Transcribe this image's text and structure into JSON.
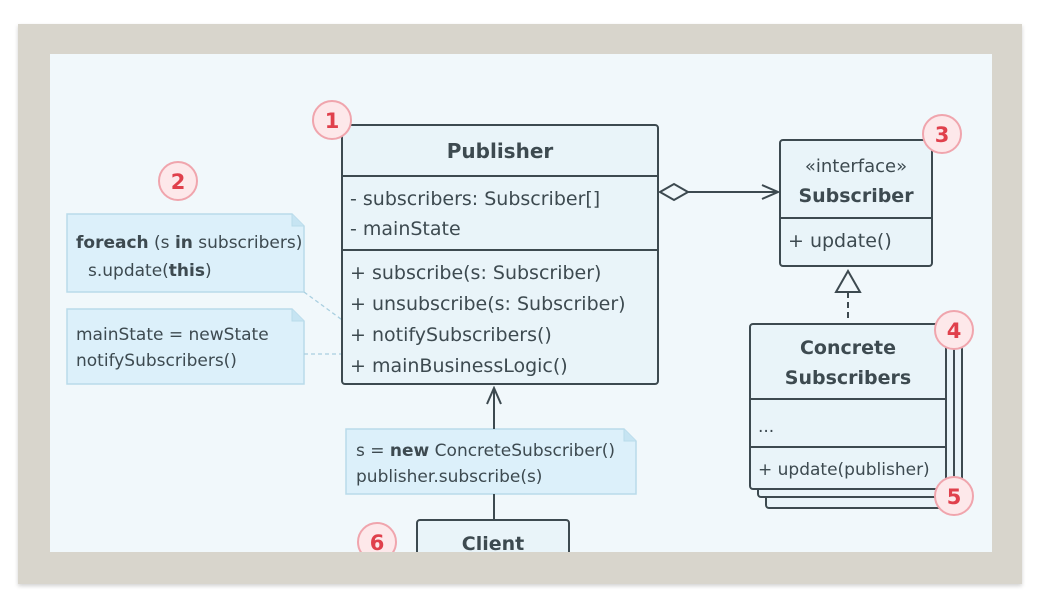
{
  "publisher": {
    "title": "Publisher",
    "fields": [
      "- subscribers: Subscriber[]",
      "- mainState"
    ],
    "methods": [
      "+ subscribe(s: Subscriber)",
      "+ unsubscribe(s: Subscriber)",
      "+ notifySubscribers()",
      "+ mainBusinessLogic()"
    ]
  },
  "subscriber_interface": {
    "stereotype": "«interface»",
    "title": "Subscriber",
    "methods": [
      "+ update()"
    ]
  },
  "concrete_subscribers": {
    "title_line1": "Concrete",
    "title_line2": "Subscribers",
    "fields": [
      "..."
    ],
    "methods": [
      "+ update(publisher)"
    ]
  },
  "client": {
    "title": "Client"
  },
  "notes": {
    "foreach": {
      "kw1": "foreach",
      "mid1": " (s ",
      "kw2": "in",
      "mid2": " subscribers)",
      "line2_pre": "s.update(",
      "line2_kw": "this",
      "line2_post": ")"
    },
    "notify": {
      "line1": "mainState = newState",
      "line2": "notifySubscribers()"
    },
    "client": {
      "line1_pre": "s = ",
      "line1_kw": "new",
      "line1_post": " ConcreteSubscriber()",
      "line2": "publisher.subscribe(s)"
    }
  },
  "markers": [
    "1",
    "2",
    "3",
    "4",
    "5",
    "6"
  ],
  "colors": {
    "background": "#f1f8fb",
    "frame": "#d8d5cc",
    "box_fill": "#e9f4f9",
    "note_fill": "#dcf0fa",
    "stroke": "#3d4a50",
    "marker": "#e0404c",
    "marker_fill": "#fde8ea"
  }
}
